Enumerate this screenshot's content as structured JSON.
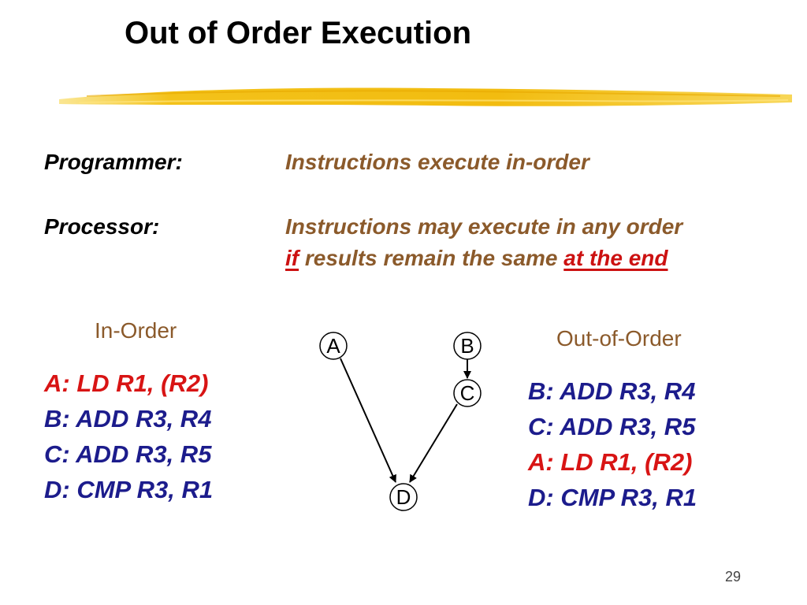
{
  "slide": {
    "title": "Out of Order Execution",
    "page_number": "29",
    "programmer": {
      "label": "Programmer:",
      "text": "Instructions execute in-order"
    },
    "processor": {
      "label": "Processor:",
      "line1": "Instructions may execute in any order",
      "line2_if": "if",
      "line2_mid": " results remain the same ",
      "line2_end": "at the end"
    },
    "in_order": {
      "heading": "In-Order",
      "lines": [
        "A: LD R1, (R2)",
        "B: ADD R3, R4",
        "C: ADD R3, R5",
        "D: CMP R3, R1"
      ]
    },
    "out_of_order": {
      "heading": "Out-of-Order",
      "lines": [
        "B: ADD R3, R4",
        "C: ADD R3, R5",
        "A: LD R1, (R2)",
        "D: CMP R3, R1"
      ]
    },
    "graph": {
      "nodes": [
        "A",
        "B",
        "C",
        "D"
      ]
    },
    "colors": {
      "accent_brown": "#8b5a2b",
      "red": "#d81414",
      "blue": "#1c1c8c",
      "highlight_yellow": "#f5c518"
    }
  }
}
